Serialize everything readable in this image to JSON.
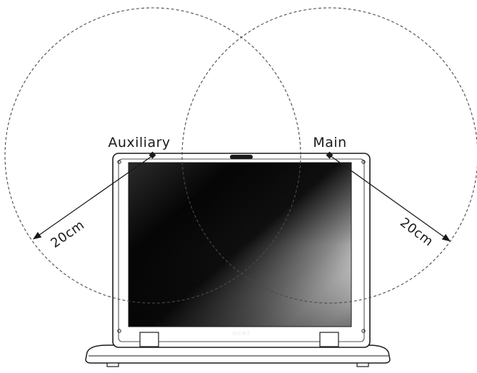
{
  "antennas": {
    "auxiliary_label": "Auxiliary",
    "main_label": "Main",
    "auxiliary_distance": "20cm",
    "main_distance": "20cm"
  },
  "laptop": {
    "brand_logo": "acer"
  },
  "colors": {
    "outline": "#1a1a1a",
    "range_circle": "#4a4a4a",
    "screen_dark": "#0a0a0a"
  }
}
